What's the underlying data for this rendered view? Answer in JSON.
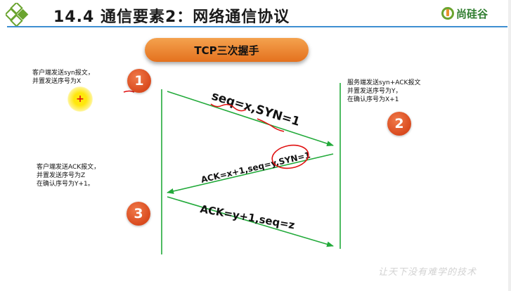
{
  "header": {
    "title": "14.4 通信要素2：网络通信协议",
    "brand": "尚硅谷",
    "accent_color": "#3e8fd1"
  },
  "banner": {
    "label": "TCP三次握手"
  },
  "notes": {
    "client_step1": "客户端发送syn报文，\n并置发送序号为X",
    "server_step2": "服务端发送syn+ACK报文\n并置发送序号为Y，\n在确认序号为X+1",
    "client_step3": "客户端发送ACK报文，\n并置发送序号为Z\n在确认序号为Y+1。"
  },
  "steps": [
    "1",
    "2",
    "3"
  ],
  "arrows": [
    {
      "label": "seq=x,SYN=1"
    },
    {
      "label": "ACK=x+1,seq=y,SYN=1"
    },
    {
      "label": "ACK=y+1,seq=z"
    }
  ],
  "cursor_symbol": "+",
  "watermark": "让天下没有难学的技术",
  "colors": {
    "line_green": "#22aa3a",
    "banner_orange": "#e4711e",
    "step_red": "#d94a1e",
    "annotation_red": "#e01010",
    "highlight_yellow": "#ffe600"
  }
}
